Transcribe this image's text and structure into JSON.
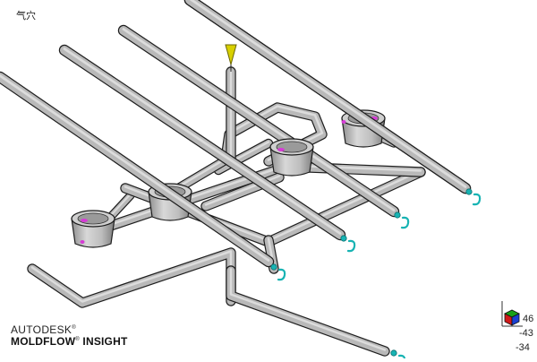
{
  "viewport": {
    "result_title": "气穴",
    "brand": {
      "line1": "AUTODESK",
      "line1_mark": "®",
      "line2_bold": "MOLDFLOW",
      "line2_mark": "®",
      "line2_rest": "INSIGHT"
    },
    "orientation": {
      "values": [
        "46",
        "-43",
        "-34"
      ],
      "axis_colors": {
        "x": "#d11a1a",
        "y": "#18a018",
        "z": "#1a3fd1"
      }
    }
  },
  "colors": {
    "pipe_fill": "#b9b9b9",
    "pipe_dark": "#7c7c7c",
    "outline": "#1e1e1e",
    "air_trap": "#d63cd6",
    "vent": "#17b3b3",
    "gate": "#d8d000",
    "background": "#ffffff"
  },
  "icons": [
    "orientation-triad-icon"
  ]
}
